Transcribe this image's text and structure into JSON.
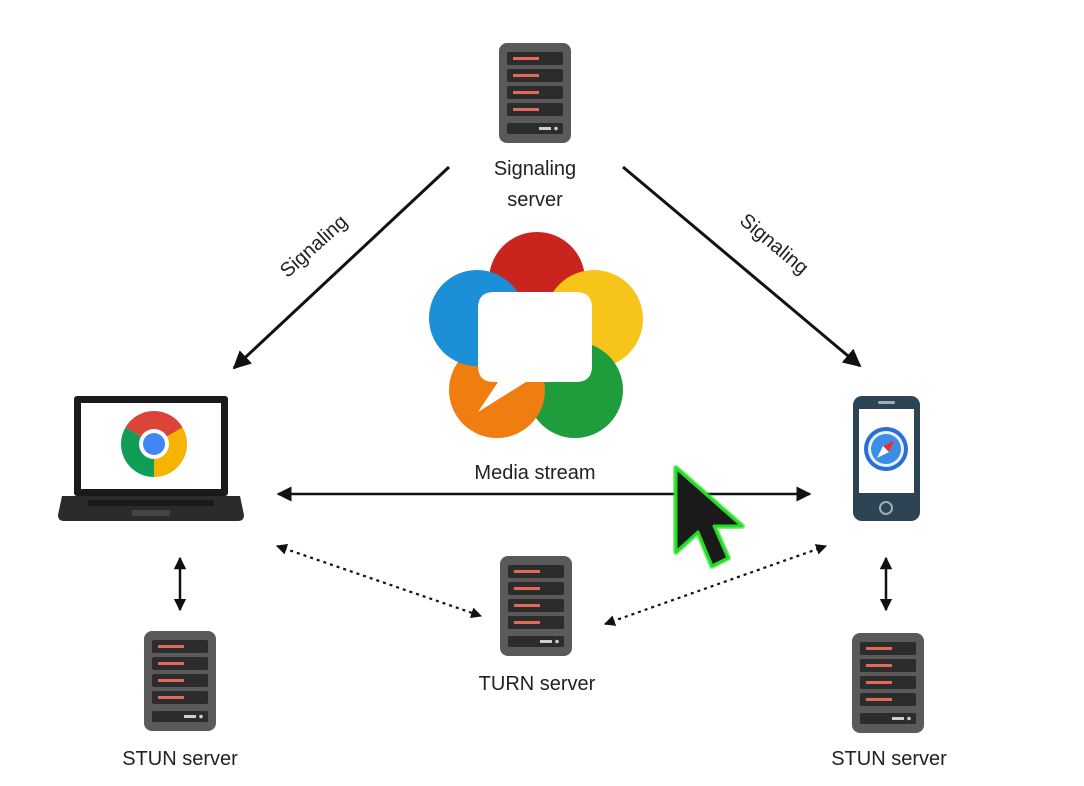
{
  "labels": {
    "signaling_server": [
      "Signaling",
      "server"
    ],
    "signaling_left": "Signaling",
    "signaling_right": "Signaling",
    "media_stream": "Media stream",
    "turn_server": "TURN server",
    "stun_server_left": "STUN server",
    "stun_server_right": "STUN server"
  },
  "icons": {
    "server": "server-rack-icon",
    "laptop": "laptop-icon",
    "browser": "chrome-browser-icon",
    "phone": "smartphone-icon",
    "safari": "safari-compass-icon",
    "webrtc": "webrtc-logo-icon",
    "cursor": "mouse-pointer-icon"
  },
  "colors": {
    "server_body": "#5a5a5a",
    "server_slot": "#2c2c2c",
    "server_led": "#e06a5a",
    "arrow": "#111111",
    "webrtc_red": "#c9241e",
    "webrtc_yellow": "#f7c51a",
    "webrtc_green": "#1f9d3d",
    "webrtc_orange": "#ef7d0f",
    "webrtc_blue": "#1c8fd8",
    "phone_body": "#2d4454",
    "cursor_glow": "#22dd22"
  }
}
